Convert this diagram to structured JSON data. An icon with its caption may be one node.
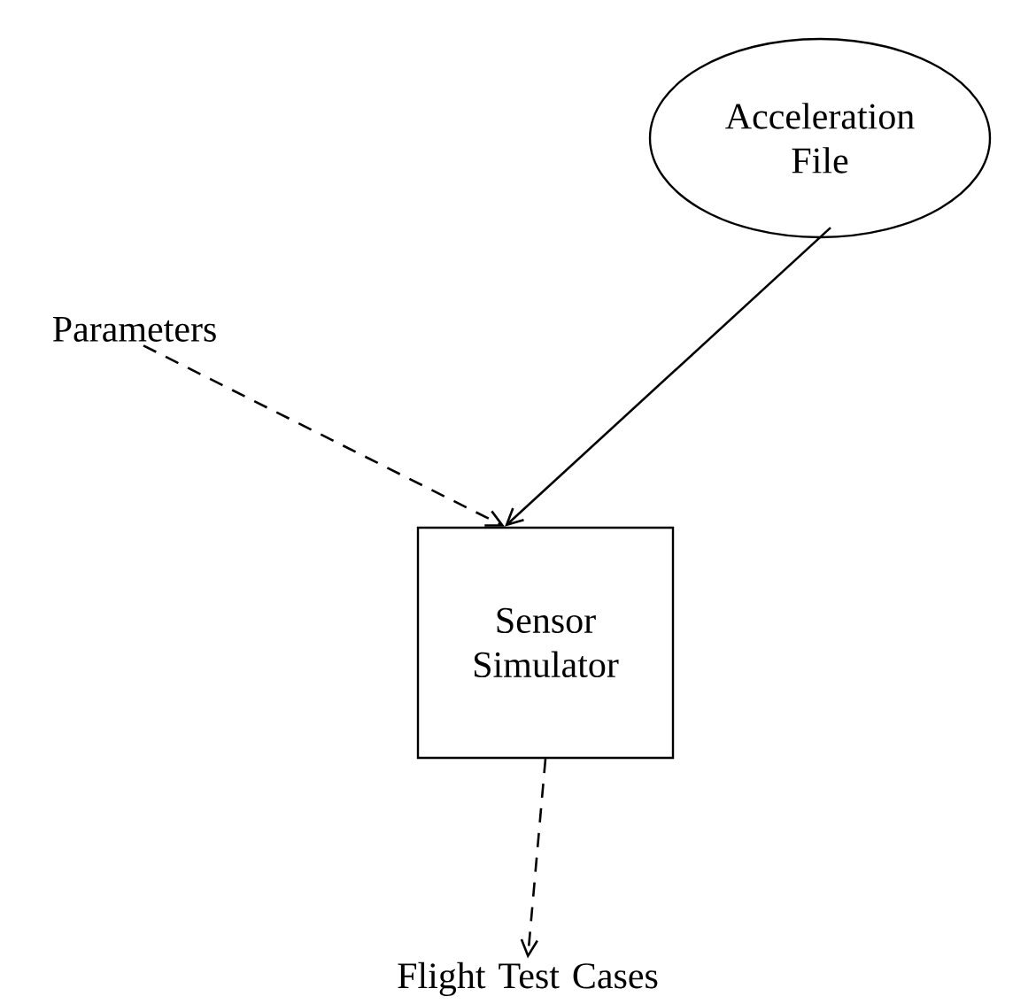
{
  "diagram": {
    "nodes": [
      {
        "text": [
          "Acceleration File"
        ]
      },
      {
        "text": [
          "Parameters"
        ]
      },
      {
        "text": [
          "Sensor Simulator"
        ]
      },
      {
        "text": [
          "Flight Test Cases"
        ]
      }
    ],
    "edges": [
      {
        "from": 1,
        "to": 2,
        "arrow": "to",
        "style": "dashed"
      },
      {
        "from": 0,
        "to": 2,
        "arrow": "to"
      },
      {
        "from": 2,
        "to": 3,
        "arrow": "to",
        "style": "dashed"
      }
    ]
  }
}
